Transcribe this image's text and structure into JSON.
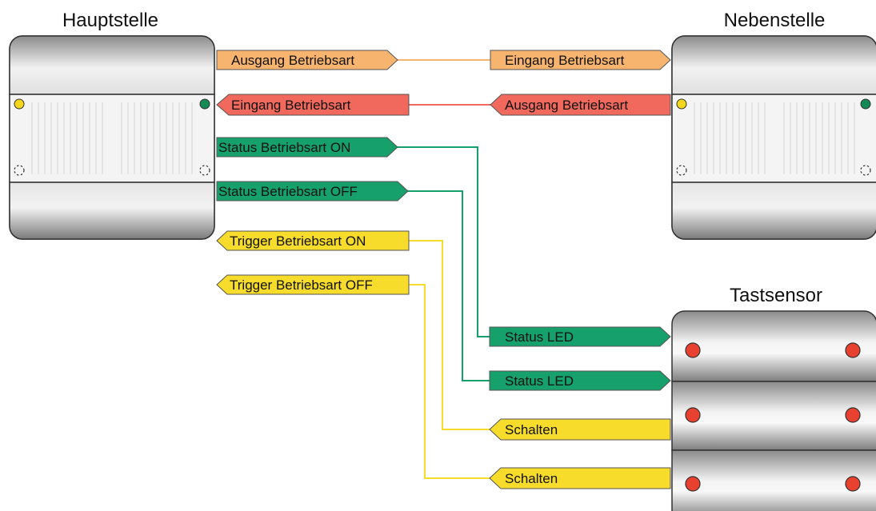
{
  "devices": {
    "main": {
      "title": "Hauptstelle"
    },
    "extension": {
      "title": "Nebenstelle"
    },
    "sensor": {
      "title": "Tastsensor"
    }
  },
  "main_objects": {
    "out_mode": "Ausgang Betriebsart",
    "in_mode": "Eingang Betriebsart",
    "status_on": "Status Betriebsart ON",
    "status_off": "Status Betriebsart OFF",
    "trigger_on": "Trigger Betriebsart ON",
    "trigger_off": "Trigger Betriebsart OFF"
  },
  "extension_objects": {
    "in_mode": "Eingang Betriebsart",
    "out_mode": "Ausgang Betriebsart"
  },
  "sensor_objects": {
    "status_led_1": "Status LED",
    "status_led_2": "Status LED",
    "switch_1": "Schalten",
    "switch_2": "Schalten"
  },
  "colors": {
    "orange": "#f7b46e",
    "red": "#f0695c",
    "green": "#16a06b",
    "yellow": "#f7dc2b",
    "led_red": "#e8412f",
    "led_yellow": "#f4d61a",
    "led_green": "#138a55"
  }
}
